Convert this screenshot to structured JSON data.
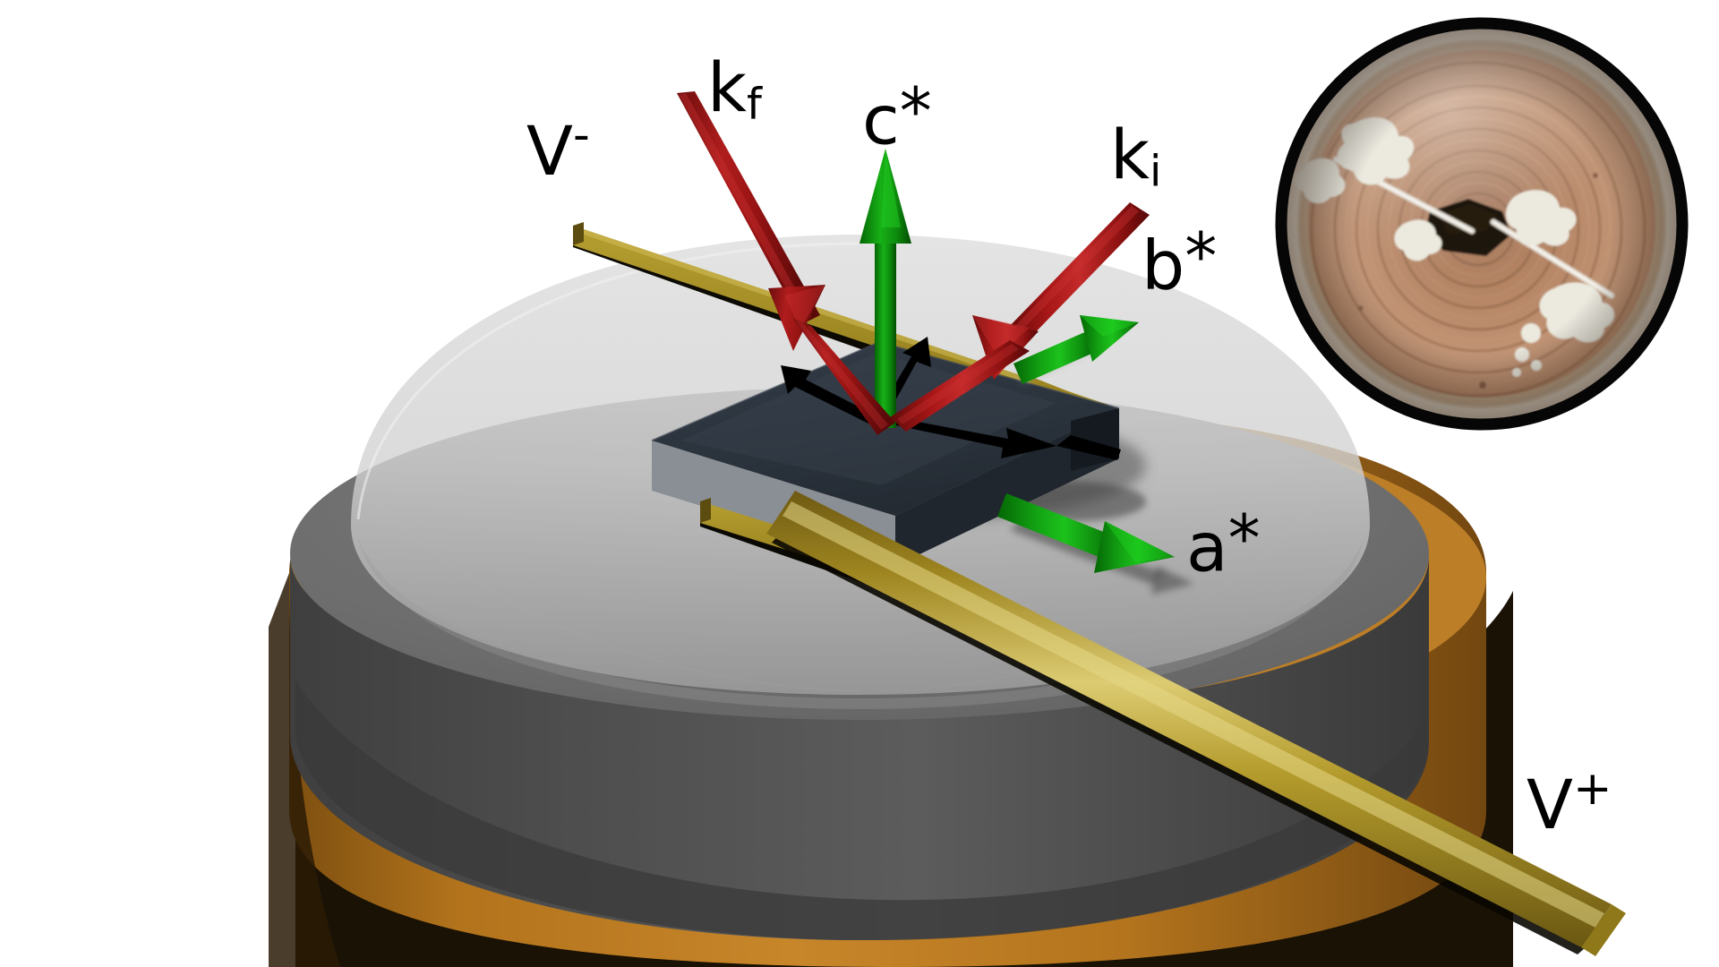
{
  "figure": {
    "kind": "3d-rendered-schematic",
    "description": "Neutron/x-ray scattering geometry on a single crystal sample mounted on a copper sample holder, with a photograph inset of the real mounted sample",
    "background_color": "#ffffff"
  },
  "labels": {
    "k_f": {
      "base": "k",
      "sub": "f",
      "full": "k_f"
    },
    "c_star": {
      "base": "c",
      "star": "*",
      "full": "c*"
    },
    "k_i": {
      "base": "k",
      "sub": "i",
      "full": "k_i"
    },
    "b_star": {
      "base": "b",
      "star": "*",
      "full": "b*"
    },
    "a_star": {
      "base": "a",
      "star": "*",
      "full": "a*"
    },
    "v_minus": {
      "base": "V",
      "sup": "-",
      "full": "V-"
    },
    "v_plus": {
      "base": "V",
      "sup": "+",
      "full": "V+"
    }
  },
  "colors": {
    "arrow_red": "#9e1212",
    "arrow_red_light": "#b52020",
    "arrow_red_dark": "#6e0b0b",
    "arrow_green": "#12a012",
    "arrow_green_light": "#19c219",
    "arrow_green_dark": "#0a6a0a",
    "wire_gold": "#a68b22",
    "wire_gold_light": "#d4c05e",
    "wire_gold_dark": "#6b5812",
    "crystal_top": "#2d3640",
    "crystal_side": "#7d8288",
    "crystal_front": "#232a32",
    "holder_copper": "#bd7b1e",
    "holder_copper_dark": "#3b2507",
    "disc_gray": "#6d6d6d",
    "disc_gray_dark": "#4a4a4a",
    "dome_light": "#d9d9d9",
    "dome_shadow": "#8f8f8f",
    "shadow_black": "#000000",
    "inset_border": "#0a0a0a",
    "inset_copper": "#bb8566",
    "inset_sample": "#1a1208",
    "inset_paste": "#e8e6de",
    "label_text": "#000000"
  },
  "elements": {
    "sample_holder": "copper cylindrical sample holder",
    "translucent_dome": "light gray translucent hemispherical shield",
    "gray_disc": "gray disc top of the sample holder",
    "crystal": "dark flat rectangular single crystal slab",
    "wire_top": "gold contact wire labelled V-",
    "wire_bottom": "gold contact wire labelled V+",
    "incident_beam": "red arrow k_i pointing toward sample",
    "scattered_beam": "red arrow k_f pointing away from sample",
    "axis_c": "green arrow c* normal to sample surface",
    "axis_b": "green arrow b* in-plane",
    "axis_a": "green arrow a* in-plane",
    "projection_arrows": "black in-plane projections of the beam and axis vectors drawn on the crystal face",
    "photo_inset": "circular photograph of the real copper sample holder with black crystal and silver paste contacts"
  },
  "inset_photo": {
    "shape": "circle",
    "border": "thick black ring",
    "contents": [
      "machined copper disc with concentric turning marks",
      "dark faceted crystal at center",
      "two fine wires crossing the crystal",
      "silver-paste blobs anchoring the wires"
    ]
  }
}
